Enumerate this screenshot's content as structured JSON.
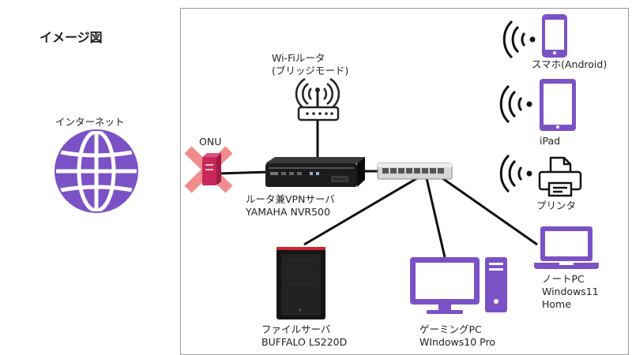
{
  "title": "イメージ図",
  "colors": {
    "device_purple": "#7b52c6",
    "onu_red": "#c8285a",
    "cross_pink": "#f08080",
    "line": "#111111",
    "frame_border": "#999999",
    "nas_accent": "#d2252f"
  },
  "labels": {
    "internet": "インターネット",
    "onu": "ONU",
    "wifi_line1": "Wi-Fiルータ",
    "wifi_line2": "(ブリッジモード)",
    "vpn_line1": "ルータ兼VPNサーバ",
    "vpn_line2": "YAMAHA NVR500",
    "smartphone": "スマホ(Android)",
    "ipad": "iPad",
    "printer": "プリンタ",
    "nas_line1": "ファイルサーバ",
    "nas_line2": "BUFFALO LS220D",
    "gaming_line1": "ゲーミングPC",
    "gaming_line2": "WIndows10 Pro",
    "laptop_line1": "ノートPC",
    "laptop_line2": "Windows11",
    "laptop_line3": "Home"
  },
  "icons": {
    "internet": "globe-icon",
    "onu": "onu-device-icon",
    "onu_status": "cross-mark-icon",
    "wifi_router": "wifi-router-icon",
    "vpn_router": "vpn-router-icon",
    "hub": "switching-hub-icon",
    "smartphone": "smartphone-icon",
    "tablet": "tablet-icon",
    "printer": "printer-icon",
    "wireless": "wireless-signal-icon",
    "nas": "nas-server-icon",
    "desktop": "desktop-pc-icon",
    "laptop": "laptop-icon"
  }
}
